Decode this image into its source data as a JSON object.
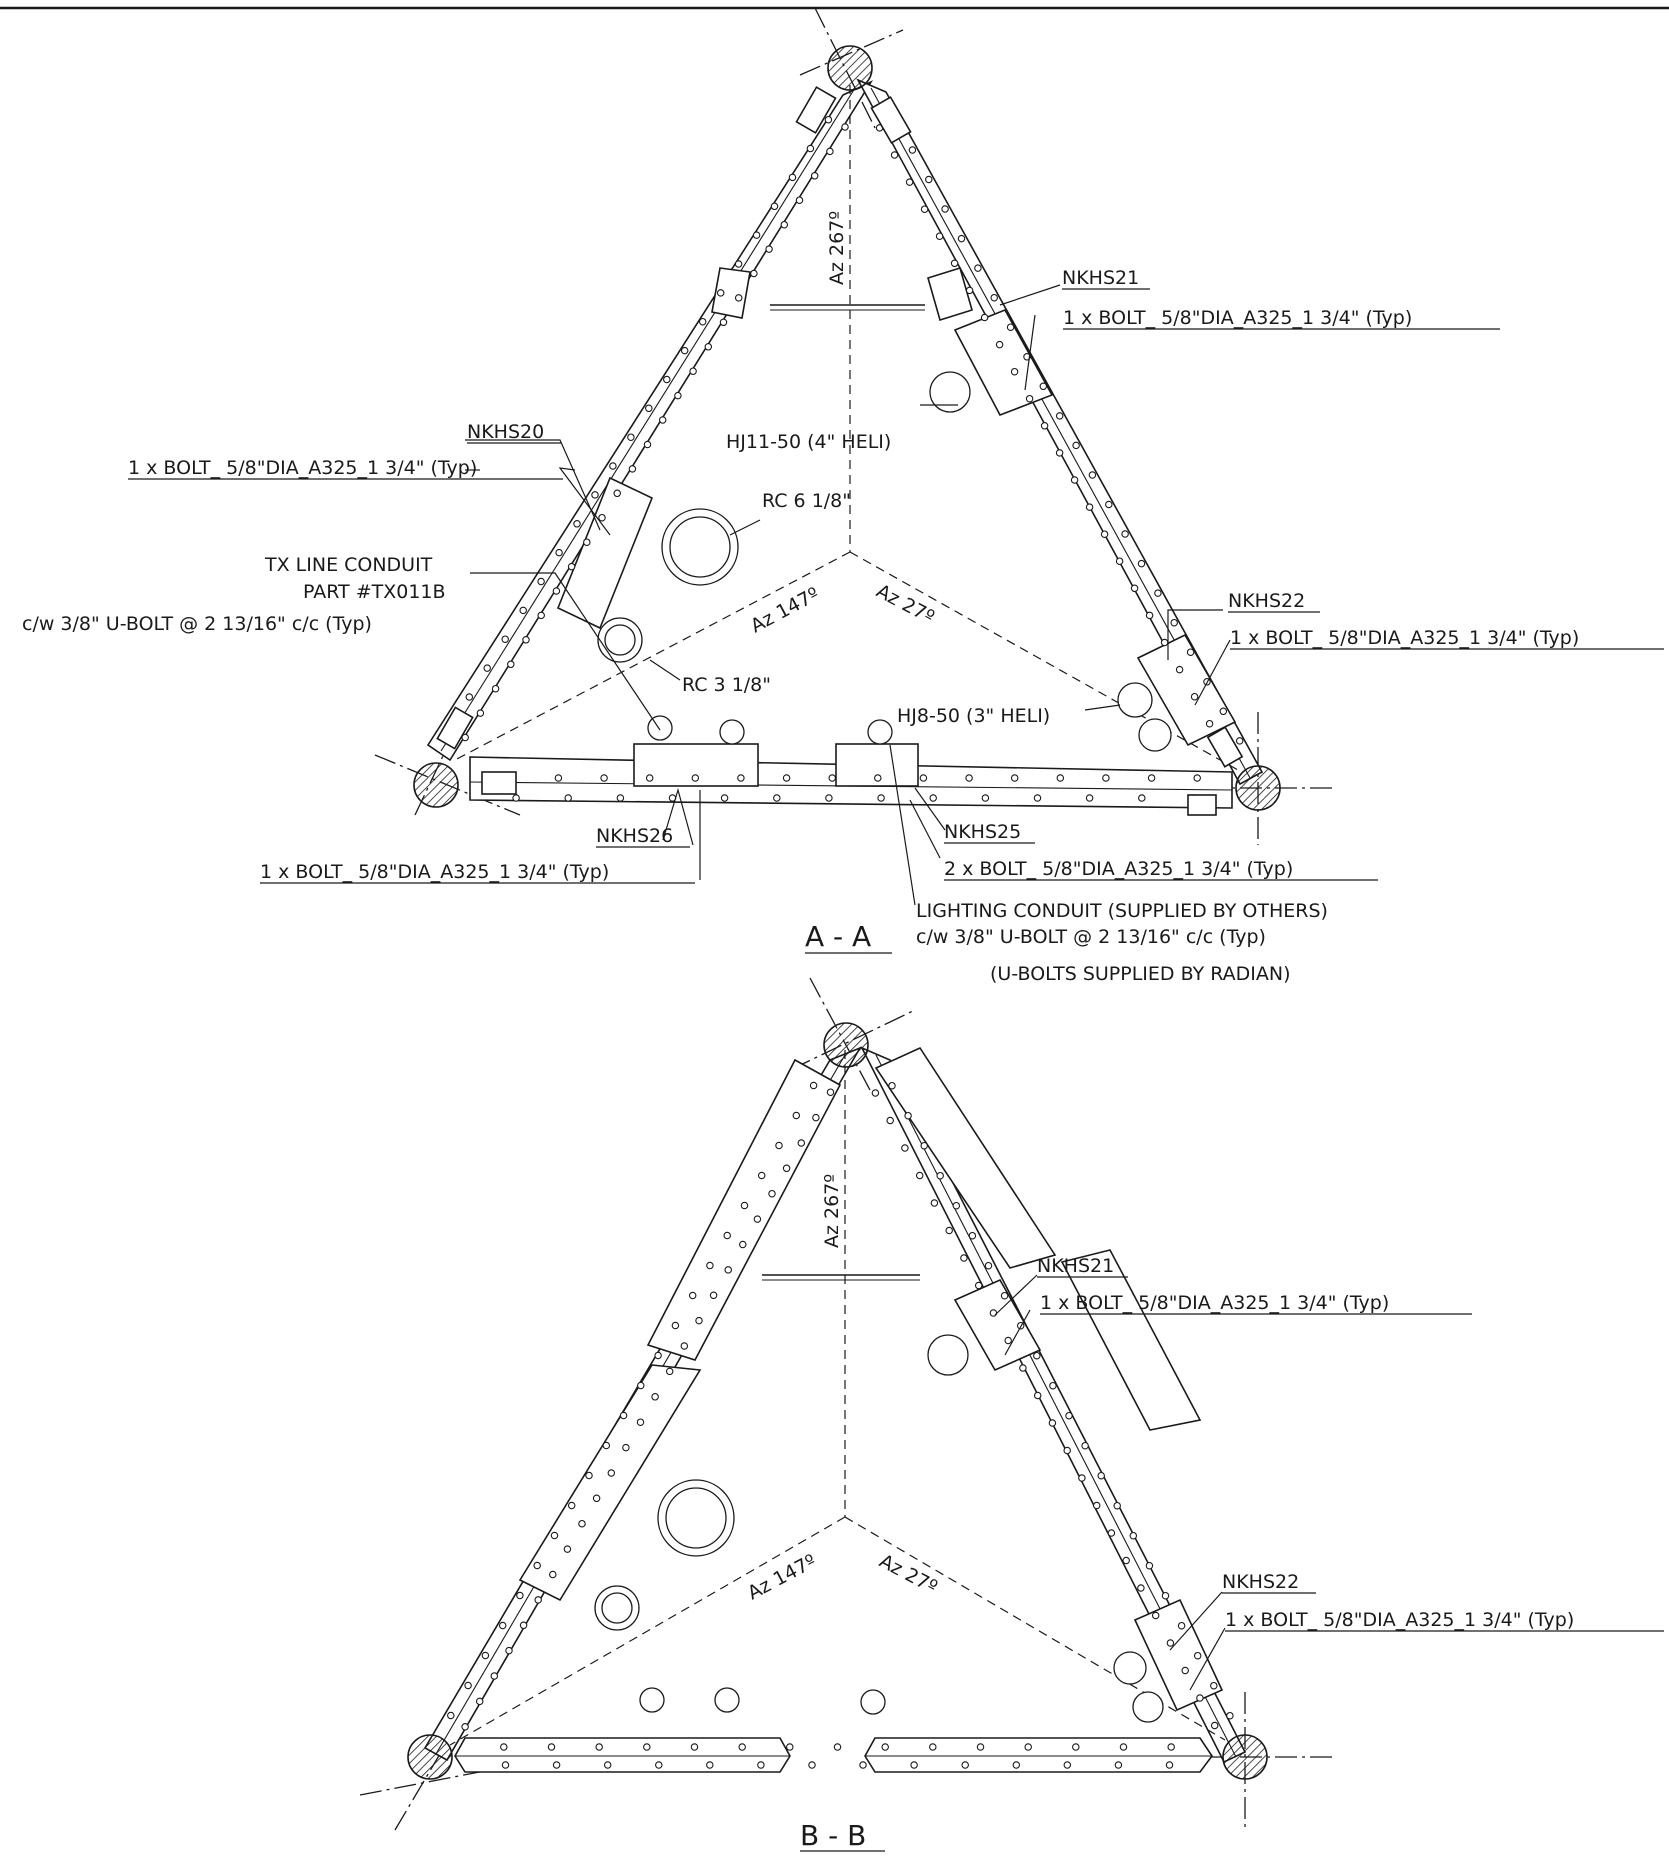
{
  "section_aa": {
    "title": "A - A",
    "az_n": "Az 267º",
    "az_sw": "Az 147º",
    "az_se": "Az 27º",
    "nkhs20": "NKHS20",
    "nkhs21": "NKHS21",
    "nkhs22": "NKHS22",
    "nkhs25": "NKHS25",
    "nkhs26": "NKHS26",
    "bolt_nkhs20": "1 x BOLT_ 5/8\"DIA_A325_1 3/4\" (Typ)",
    "bolt_nkhs21": "1 x BOLT_ 5/8\"DIA_A325_1 3/4\" (Typ)",
    "bolt_nkhs22": "1 x BOLT_ 5/8\"DIA_A325_1 3/4\" (Typ)",
    "bolt_nkhs26": "1 x BOLT_ 5/8\"DIA_A325_1 3/4\" (Typ)",
    "bolt_nkhs25": "2 x BOLT_ 5/8\"DIA_A325_1 3/4\" (Typ)",
    "hj11": "HJ11-50 (4\" HELI)",
    "rc6": "RC 6  1/8\"",
    "rc3": "RC 3  1/8\"",
    "hj8": "HJ8-50 (3\" HELI)",
    "tx_line_1": "TX LINE CONDUIT",
    "tx_line_2": "PART #TX011B",
    "tx_line_3": "c/w  3/8\" U-BOLT @ 2  13/16\" c/c (Typ)",
    "lighting_1": "LIGHTING CONDUIT (SUPPLIED BY OTHERS)",
    "lighting_2": "c/w  3/8\" U-BOLT @ 2  13/16\" c/c (Typ)",
    "lighting_3": "(U-BOLTS SUPPLIED BY RADIAN)"
  },
  "section_bb": {
    "title": "B - B",
    "az_n": "Az 267º",
    "az_sw": "Az 147º",
    "az_se": "Az 27º",
    "nkhs21": "NKHS21",
    "nkhs22": "NKHS22",
    "bolt_nkhs21": "1 x BOLT_ 5/8\"DIA_A325_1 3/4\" (Typ)",
    "bolt_nkhs22": "1 x BOLT_ 5/8\"DIA_A325_1 3/4\" (Typ)"
  }
}
